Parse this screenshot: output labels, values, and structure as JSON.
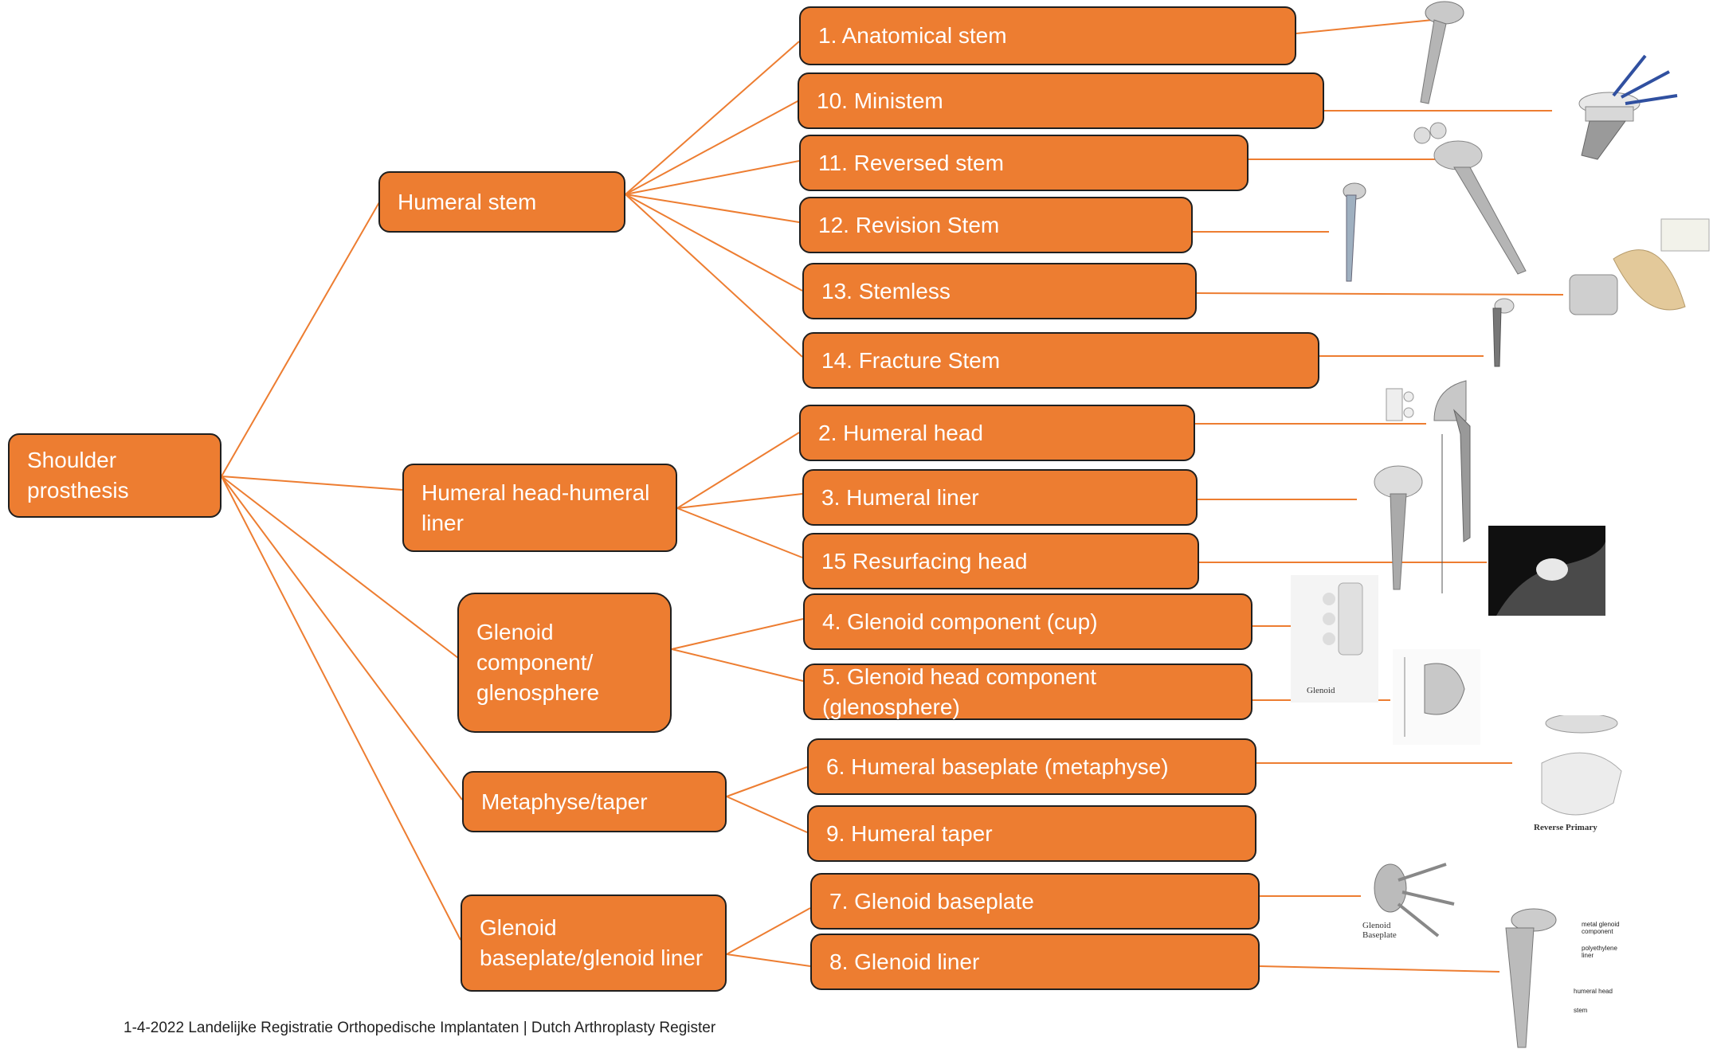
{
  "root": {
    "label": "Shoulder\nprosthesis"
  },
  "groups": [
    {
      "id": "humeral-stem",
      "label": "Humeral stem"
    },
    {
      "id": "humeral-head-liner",
      "label": "Humeral head-humeral\nliner"
    },
    {
      "id": "glenoid-component",
      "label": "Glenoid\ncomponent/\nglenosphere"
    },
    {
      "id": "metaphyse-taper",
      "label": "Metaphyse/taper"
    },
    {
      "id": "glenoid-baseplate-liner",
      "label": "Glenoid\nbaseplate/glenoid liner"
    }
  ],
  "items": [
    {
      "label": "1. Anatomical stem"
    },
    {
      "label": "10. Ministem"
    },
    {
      "label": "11. Reversed stem"
    },
    {
      "label": "12. Revision Stem"
    },
    {
      "label": "13. Stemless"
    },
    {
      "label": "14. Fracture Stem"
    },
    {
      "label": "2. Humeral head"
    },
    {
      "label": "3. Humeral liner"
    },
    {
      "label": "15 Resurfacing head"
    },
    {
      "label": "4. Glenoid component (cup)"
    },
    {
      "label": "5. Glenoid head component (glenosphere)"
    },
    {
      "label": "6. Humeral baseplate (metaphyse)"
    },
    {
      "label": "9. Humeral taper"
    },
    {
      "label": "7. Glenoid baseplate"
    },
    {
      "label": "8. Glenoid liner"
    }
  ],
  "image_captions": {
    "glenoid": "Glenoid",
    "reverse_primary": "Reverse Primary",
    "glenoid_baseplate": "Glenoid\nBaseplate",
    "metal_glenoid_component": "metal glenoid\ncomponent",
    "polyethylene_liner": "polyethylene\nliner",
    "humeral_head": "humeral head",
    "stem": "stem"
  },
  "footer": "1-4-2022 Landelijke Registratie Orthopedische Implantaten | Dutch Arthroplasty Register",
  "colors": {
    "box_fill": "#ED7D31",
    "box_border": "#1f1f1f",
    "connector": "#ED7D31",
    "text": "#ffffff"
  }
}
